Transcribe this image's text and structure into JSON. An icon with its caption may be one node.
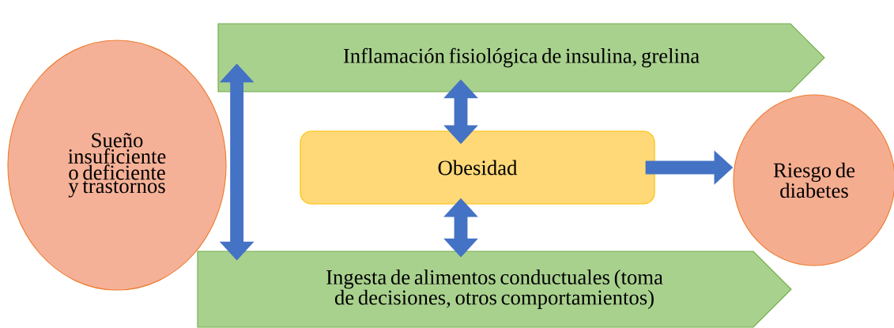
{
  "diagram": {
    "nodes": [
      {
        "text": [
          "Sueño insuficiente o deficiente y trastornos"
        ]
      },
      {
        "text": [
          "Inflamación fisiológica de insulina, grelina"
        ]
      },
      {
        "text": [
          "Obesidad"
        ]
      },
      {
        "text": [
          "Ingesta de alimentos conductuales (toma de decisiones, otros comportamientos)"
        ]
      },
      {
        "text": [
          "Riesgo de diabetes"
        ]
      }
    ],
    "edges": [
      {
        "from": 1,
        "to": 3,
        "arrow": "both"
      },
      {
        "from": 1,
        "to": 2,
        "arrow": "both"
      },
      {
        "from": 2,
        "to": 3,
        "arrow": "both"
      },
      {
        "from": 2,
        "to": 4,
        "arrow": "to"
      }
    ]
  }
}
